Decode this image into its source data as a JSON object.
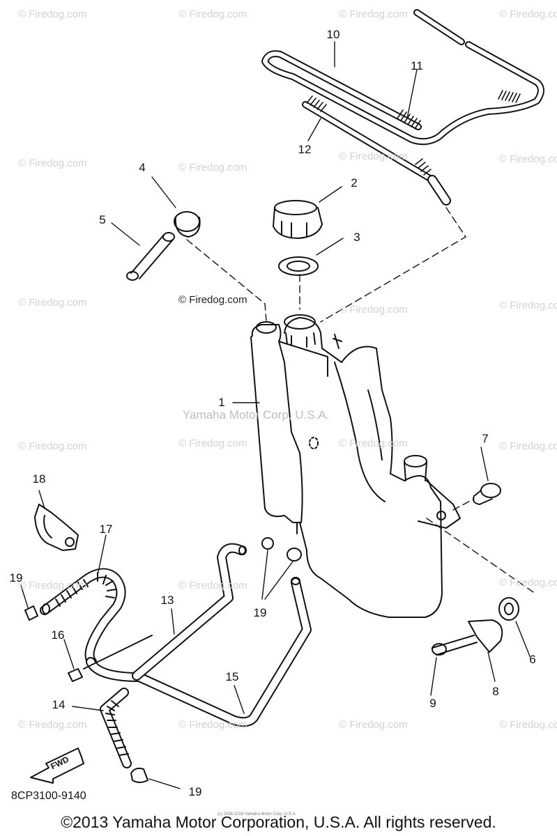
{
  "watermark": "© Firedog.com",
  "center_watermark": "© Firedog.com",
  "brand_watermark": "Yamaha Motor Corp, U.S.A.",
  "diagram_code": "8CP3100-9140",
  "fwd_label": "FWD",
  "tiny_credit": "(c) 2006-2016 Yamaha Motor Corp, U.S.A.",
  "copyright": "©2013 Yamaha Motor Corporation, U.S.A. All rights reserved.",
  "callouts": [
    "1",
    "2",
    "3",
    "4",
    "5",
    "6",
    "7",
    "8",
    "9",
    "10",
    "11",
    "12",
    "13",
    "14",
    "15",
    "16",
    "17",
    "18",
    "19",
    "19",
    "19"
  ]
}
